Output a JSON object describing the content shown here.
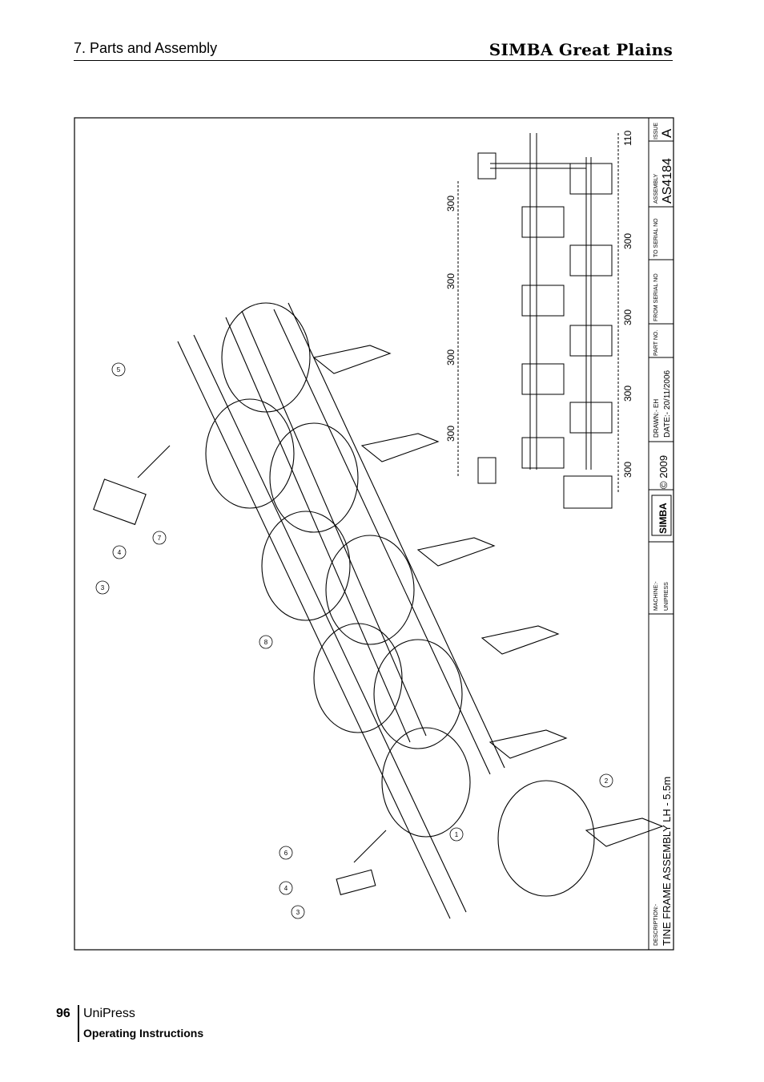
{
  "header": {
    "section": "7. Parts and Assembly",
    "brand": "SIMBA Great Plains"
  },
  "drawing": {
    "title_block": {
      "description_label": "DESCRIPTION:-",
      "description": "TINE FRAME ASSEMBLY LH - 5.5m",
      "machine_label": "MACHINE:-",
      "machine": "UNIPRESS",
      "logo_text": "SIMBA",
      "copyright": "© 2009",
      "drawn": "DRAWN:- EH",
      "date": "DATE:- 20/11/2006",
      "part_no_label": "PART NO.",
      "from_serial_label": "FROM SERIAL NO",
      "to_serial_label": "TO SERIAL NO",
      "assembly_label": "ASSEMBLY",
      "assembly": "AS4184",
      "issue_label": "ISSUE",
      "issue": "A"
    },
    "dimensions_left": [
      "300",
      "300",
      "300",
      "300"
    ],
    "dimensions_right": [
      "110",
      "300",
      "300",
      "300",
      "300"
    ],
    "callouts": [
      "1",
      "2",
      "3",
      "4",
      "5",
      "6",
      "7",
      "8",
      "4",
      "3"
    ]
  },
  "footer": {
    "page_number": "96",
    "product": "UniPress",
    "subtitle": "Operating Instructions"
  }
}
